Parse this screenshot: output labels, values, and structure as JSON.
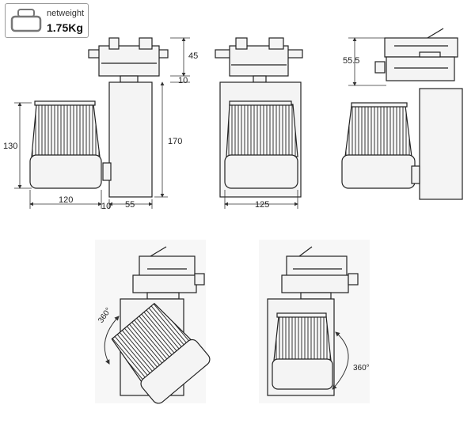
{
  "badge": {
    "label": "netweight",
    "value": "1.75Kg",
    "icon": "weight-icon"
  },
  "dimensions": {
    "adapter_height": "45",
    "gap": "10",
    "lamp_head_height": "130",
    "body_height": "170",
    "head_width": "120",
    "arm_thickness": "10",
    "body_width": "55",
    "front_width": "125",
    "side_height": "55.5"
  },
  "rotation": {
    "tilt": "360°",
    "pan": "360°"
  },
  "colors": {
    "line": "#222222",
    "fill": "#f4f4f4",
    "dim": "#333333"
  }
}
